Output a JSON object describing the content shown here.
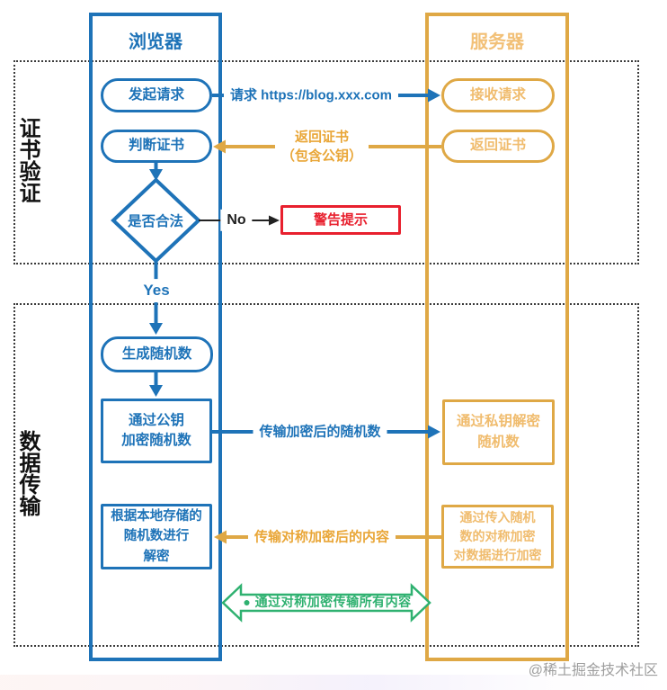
{
  "colors": {
    "blue": "#1E73B8",
    "gold": "#DFA845",
    "gold_light": "#F0BC6E",
    "red": "#E8202E",
    "green": "#2FB170",
    "watermark_gray": "#9E9E9E"
  },
  "lanes": {
    "browser": {
      "title": "浏览器"
    },
    "server": {
      "title": "服务器"
    }
  },
  "sections": {
    "cert": {
      "label": "证书验证"
    },
    "data": {
      "label": "数据传输"
    }
  },
  "browser": {
    "initiate_request": "发起请求",
    "check_certificate": "判断证书",
    "is_valid": "是否合法",
    "generate_random": "生成随机数",
    "encrypt_public_key": "通过公钥\n加密随机数",
    "decrypt_local": "根据本地存储的\n随机数进行\n解密"
  },
  "server": {
    "receive_request": "接收请求",
    "return_certificate": "返回证书",
    "decrypt_private_key": "通过私钥解密\n随机数",
    "symmetric_encrypt": "通过传入随机\n数的对称加密\n对数据进行加密"
  },
  "edges": {
    "request": "请求 https://blog.xxx.com",
    "return_cert": "返回证书\n（包含公钥）",
    "no": "No",
    "yes": "Yes",
    "warning": "警告提示",
    "send_encrypted_random": "传输加密后的随机数",
    "send_symmetric_content": "传输对称加密后的内容",
    "symmetric_all": "● 通过对称加密传输所有内容"
  },
  "footer": {
    "watermark": "@稀土掘金技术社区"
  }
}
